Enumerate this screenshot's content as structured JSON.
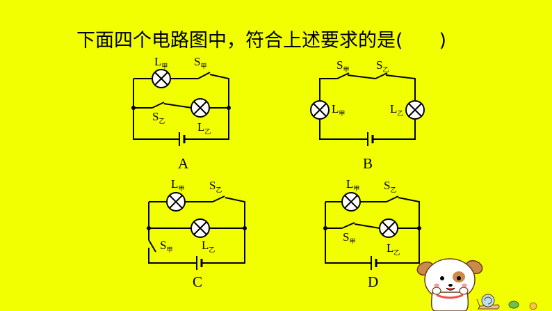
{
  "question": {
    "text": "下面四个电路图中，符合上述要求的是(",
    "close": ")"
  },
  "symbols": {
    "L": "L",
    "S": "S",
    "jia": "甲",
    "yi": "乙"
  },
  "options": [
    "A",
    "B",
    "C",
    "D"
  ],
  "colors": {
    "background": "#f2ff00",
    "wire": "#000000",
    "lamp_fill": "#ffffff"
  },
  "icons": [
    "lamp-icon",
    "switch-icon",
    "battery-icon",
    "puppy-cartoon",
    "snail-icon"
  ]
}
